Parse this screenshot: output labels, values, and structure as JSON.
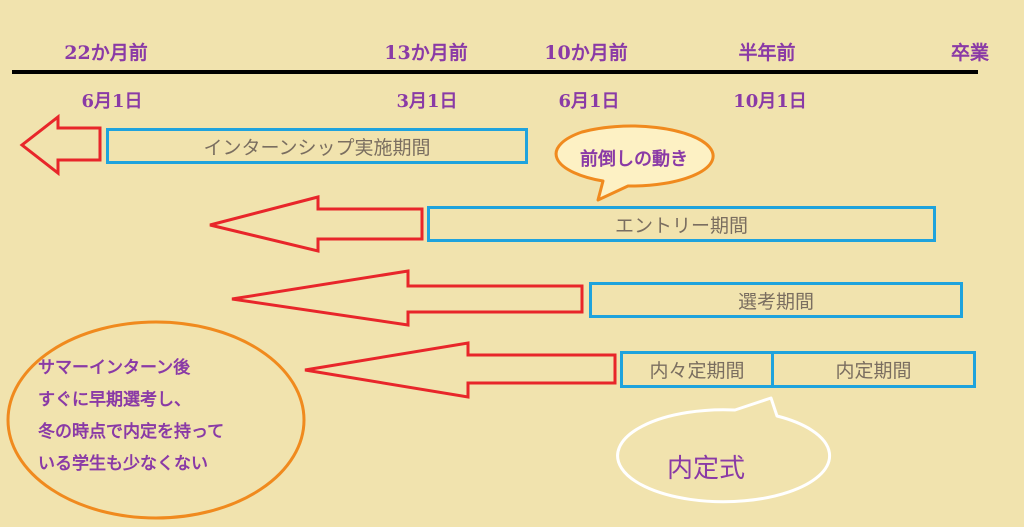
{
  "timeline": {
    "top_labels": [
      "22か月前",
      "13か月前",
      "10か月前",
      "半年前",
      "卒業"
    ],
    "date_labels": [
      "6月1日",
      "3月1日",
      "6月1日",
      "10月1日"
    ]
  },
  "periods": {
    "internship": "インターンシップ実施期間",
    "entry": "エントリー期間",
    "selection": "選考期間",
    "naina": "内々定期間",
    "naitei": "内定期間"
  },
  "callouts": {
    "shift": "前倒しの動き",
    "ceremony": "内定式",
    "note_lines": [
      "サマーインターン後",
      "すぐに早期選考し、",
      "冬の時点で内定を持って",
      "いる学生も少なくない"
    ]
  },
  "colors": {
    "background": "#f1e3ae",
    "timeline": "#000000",
    "label": "#8a3aa6",
    "box_border": "#1fa3dd",
    "arrow": "#e8262a",
    "callout_border": "#f08a1e",
    "ceremony_border": "#ffffff"
  }
}
